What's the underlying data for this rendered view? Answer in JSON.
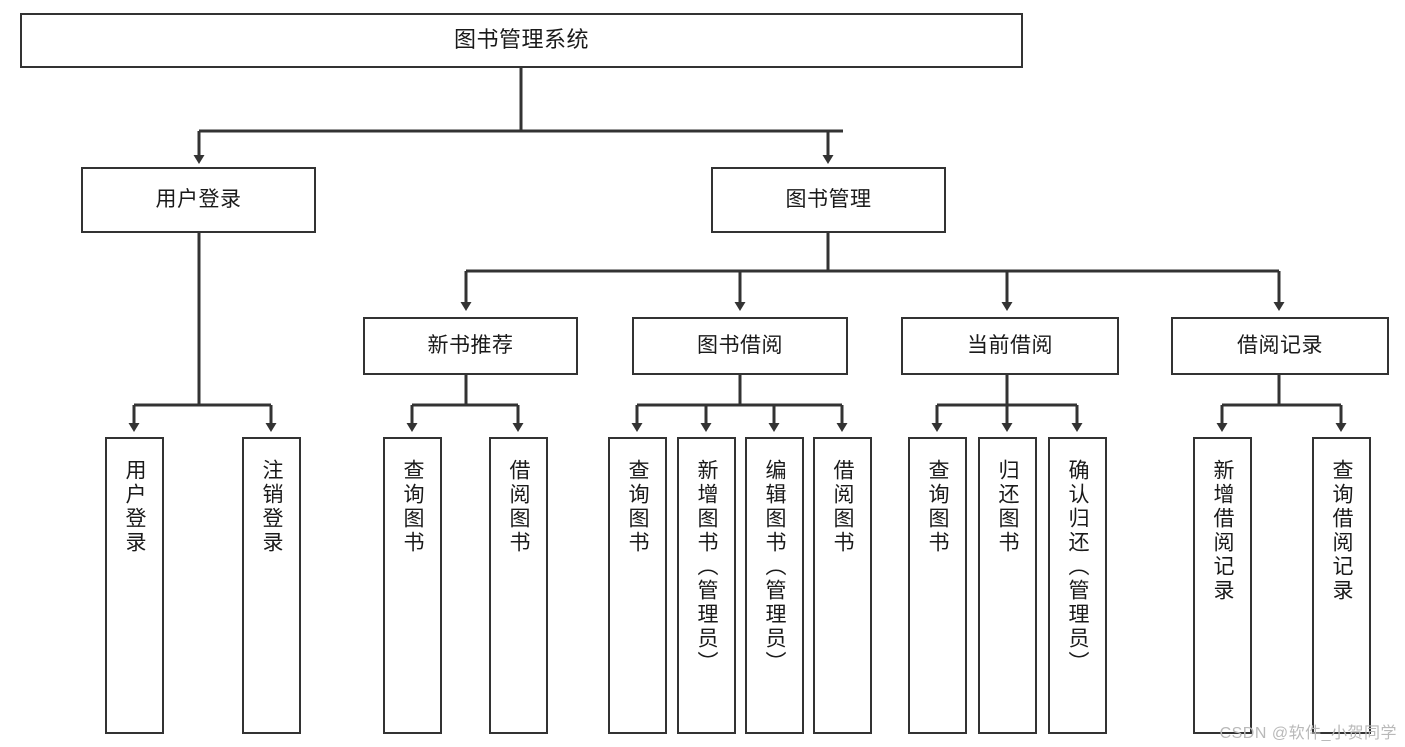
{
  "diagram": {
    "type": "tree-hierarchy",
    "title": "图书管理系统",
    "watermark": "CSDN @软件_小贺同学",
    "colors": {
      "stroke": "#333333",
      "fill": "#ffffff",
      "text": "#1a1a1a",
      "watermark": "#b9b9b9"
    },
    "nodes": {
      "root": {
        "label": "图书管理系统"
      },
      "level2": [
        {
          "id": "user-login",
          "label": "用户登录"
        },
        {
          "id": "book-manage",
          "label": "图书管理"
        }
      ],
      "level3": [
        {
          "id": "new-book-recommend",
          "label": "新书推荐"
        },
        {
          "id": "book-borrow",
          "label": "图书借阅"
        },
        {
          "id": "current-borrow",
          "label": "当前借阅"
        },
        {
          "id": "borrow-record",
          "label": "借阅记录"
        }
      ],
      "leaves": {
        "user-login": [
          {
            "id": "leaf-user-login",
            "label": "用户登录"
          },
          {
            "id": "leaf-user-logout",
            "label": "注销登录"
          }
        ],
        "new-book-recommend": [
          {
            "id": "leaf-query-book-1",
            "label": "查询图书"
          },
          {
            "id": "leaf-borrow-book-1",
            "label": "借阅图书"
          }
        ],
        "book-borrow": [
          {
            "id": "leaf-query-book-2",
            "label": "查询图书"
          },
          {
            "id": "leaf-add-book",
            "label": "新增图书（管理员）"
          },
          {
            "id": "leaf-edit-book",
            "label": "编辑图书（管理员）"
          },
          {
            "id": "leaf-borrow-book-2",
            "label": "借阅图书"
          }
        ],
        "current-borrow": [
          {
            "id": "leaf-query-book-3",
            "label": "查询图书"
          },
          {
            "id": "leaf-return-book",
            "label": "归还图书"
          },
          {
            "id": "leaf-confirm-return",
            "label": "确认归还（管理员）"
          }
        ],
        "borrow-record": [
          {
            "id": "leaf-add-record",
            "label": "新增借阅记录"
          },
          {
            "id": "leaf-query-record",
            "label": "查询借阅记录"
          }
        ]
      }
    }
  }
}
